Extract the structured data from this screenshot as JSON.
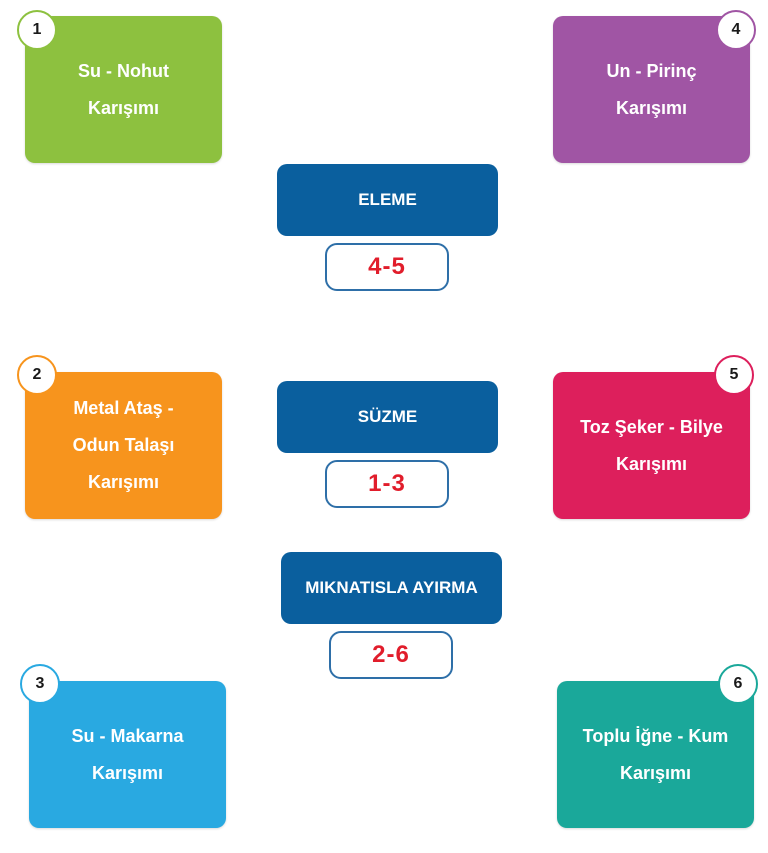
{
  "colors": {
    "green": "#8dc13f",
    "purple": "#a055a4",
    "orange": "#f7941d",
    "pink": "#dd1f5c",
    "blue": "#29a9e1",
    "teal": "#1aa89a",
    "method_bg": "#0a5f9e",
    "answer_text": "#e11d2b"
  },
  "mixtures": [
    {
      "number": "1",
      "lines": [
        "Su - Nohut",
        "Karışımı"
      ]
    },
    {
      "number": "2",
      "lines": [
        "Metal Ataş -",
        "Odun Talaşı",
        "Karışımı"
      ]
    },
    {
      "number": "3",
      "lines": [
        "Su - Makarna",
        "Karışımı"
      ]
    },
    {
      "number": "4",
      "lines": [
        "Un - Pirinç",
        "Karışımı"
      ]
    },
    {
      "number": "5",
      "lines": [
        "Toz Şeker - Bilye",
        "Karışımı"
      ]
    },
    {
      "number": "6",
      "lines": [
        "Toplu İğne - Kum",
        "Karışımı"
      ]
    }
  ],
  "methods": [
    {
      "label": "ELEME",
      "answer": "4-5"
    },
    {
      "label": "SÜZME",
      "answer": "1-3"
    },
    {
      "label": "MIKNATISLA AYIRMA",
      "answer": "2-6"
    }
  ]
}
